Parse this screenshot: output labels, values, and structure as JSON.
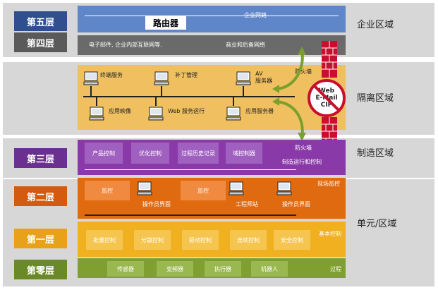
{
  "levels": {
    "l5": "第五层",
    "l4": "第四层",
    "l3": "第三层",
    "l2": "第二层",
    "l1": "第一层",
    "l0": "第零层"
  },
  "zones": {
    "enterprise": "企业区域",
    "isolation": "隔离区域",
    "manufacturing": "制造区域",
    "cell": "单元/区域"
  },
  "enterprise": {
    "network": "企业网络",
    "router": "路由器",
    "ecommerce": "电子邮件, 企业内部互联网等.",
    "business": "商业和后备网络"
  },
  "dmz": {
    "terminal": "终端服务",
    "patch": "补丁管理",
    "av": "AV\n服务器",
    "mirror": "应用映像",
    "web": "Web 服务运行",
    "appserver": "应用服务器",
    "firewall_top": "防火墙",
    "badge": "Web\nE-Mail\nCIP"
  },
  "manufacturing": {
    "boxes": [
      "产品控制",
      "优化控制",
      "过程历史记录",
      "域控制器"
    ],
    "firewall": "防火墙",
    "ops": "制造运行和控制"
  },
  "supervisory": {
    "label": "现场监控",
    "monitor1": "监控",
    "monitor2": "监控",
    "hmi1": "操作员界面",
    "workstation": "工程师站",
    "hmi2": "操作员界面"
  },
  "basic": {
    "label": "基本控制",
    "boxes": [
      "批量控制",
      "分散控制",
      "驱动控制",
      "连续控制",
      "安全控制"
    ]
  },
  "process": {
    "label": "过程",
    "boxes": [
      "传感器",
      "变频器",
      "执行器",
      "机器人"
    ]
  },
  "colors": {
    "l5": "#2f4f8f",
    "l4": "#5a5a5a",
    "l3": "#6a2f8f",
    "l2": "#d45a10",
    "l1": "#e8a21a",
    "l0": "#6a8a2a",
    "enterprise_band": "#5f86c8",
    "business_band": "#6a6a6a",
    "dmz_band": "#f0c060",
    "mfg_band": "#8a3aa8",
    "sup_band": "#e06a10",
    "basic_band": "#f0b020",
    "process_band": "#7fa030"
  }
}
